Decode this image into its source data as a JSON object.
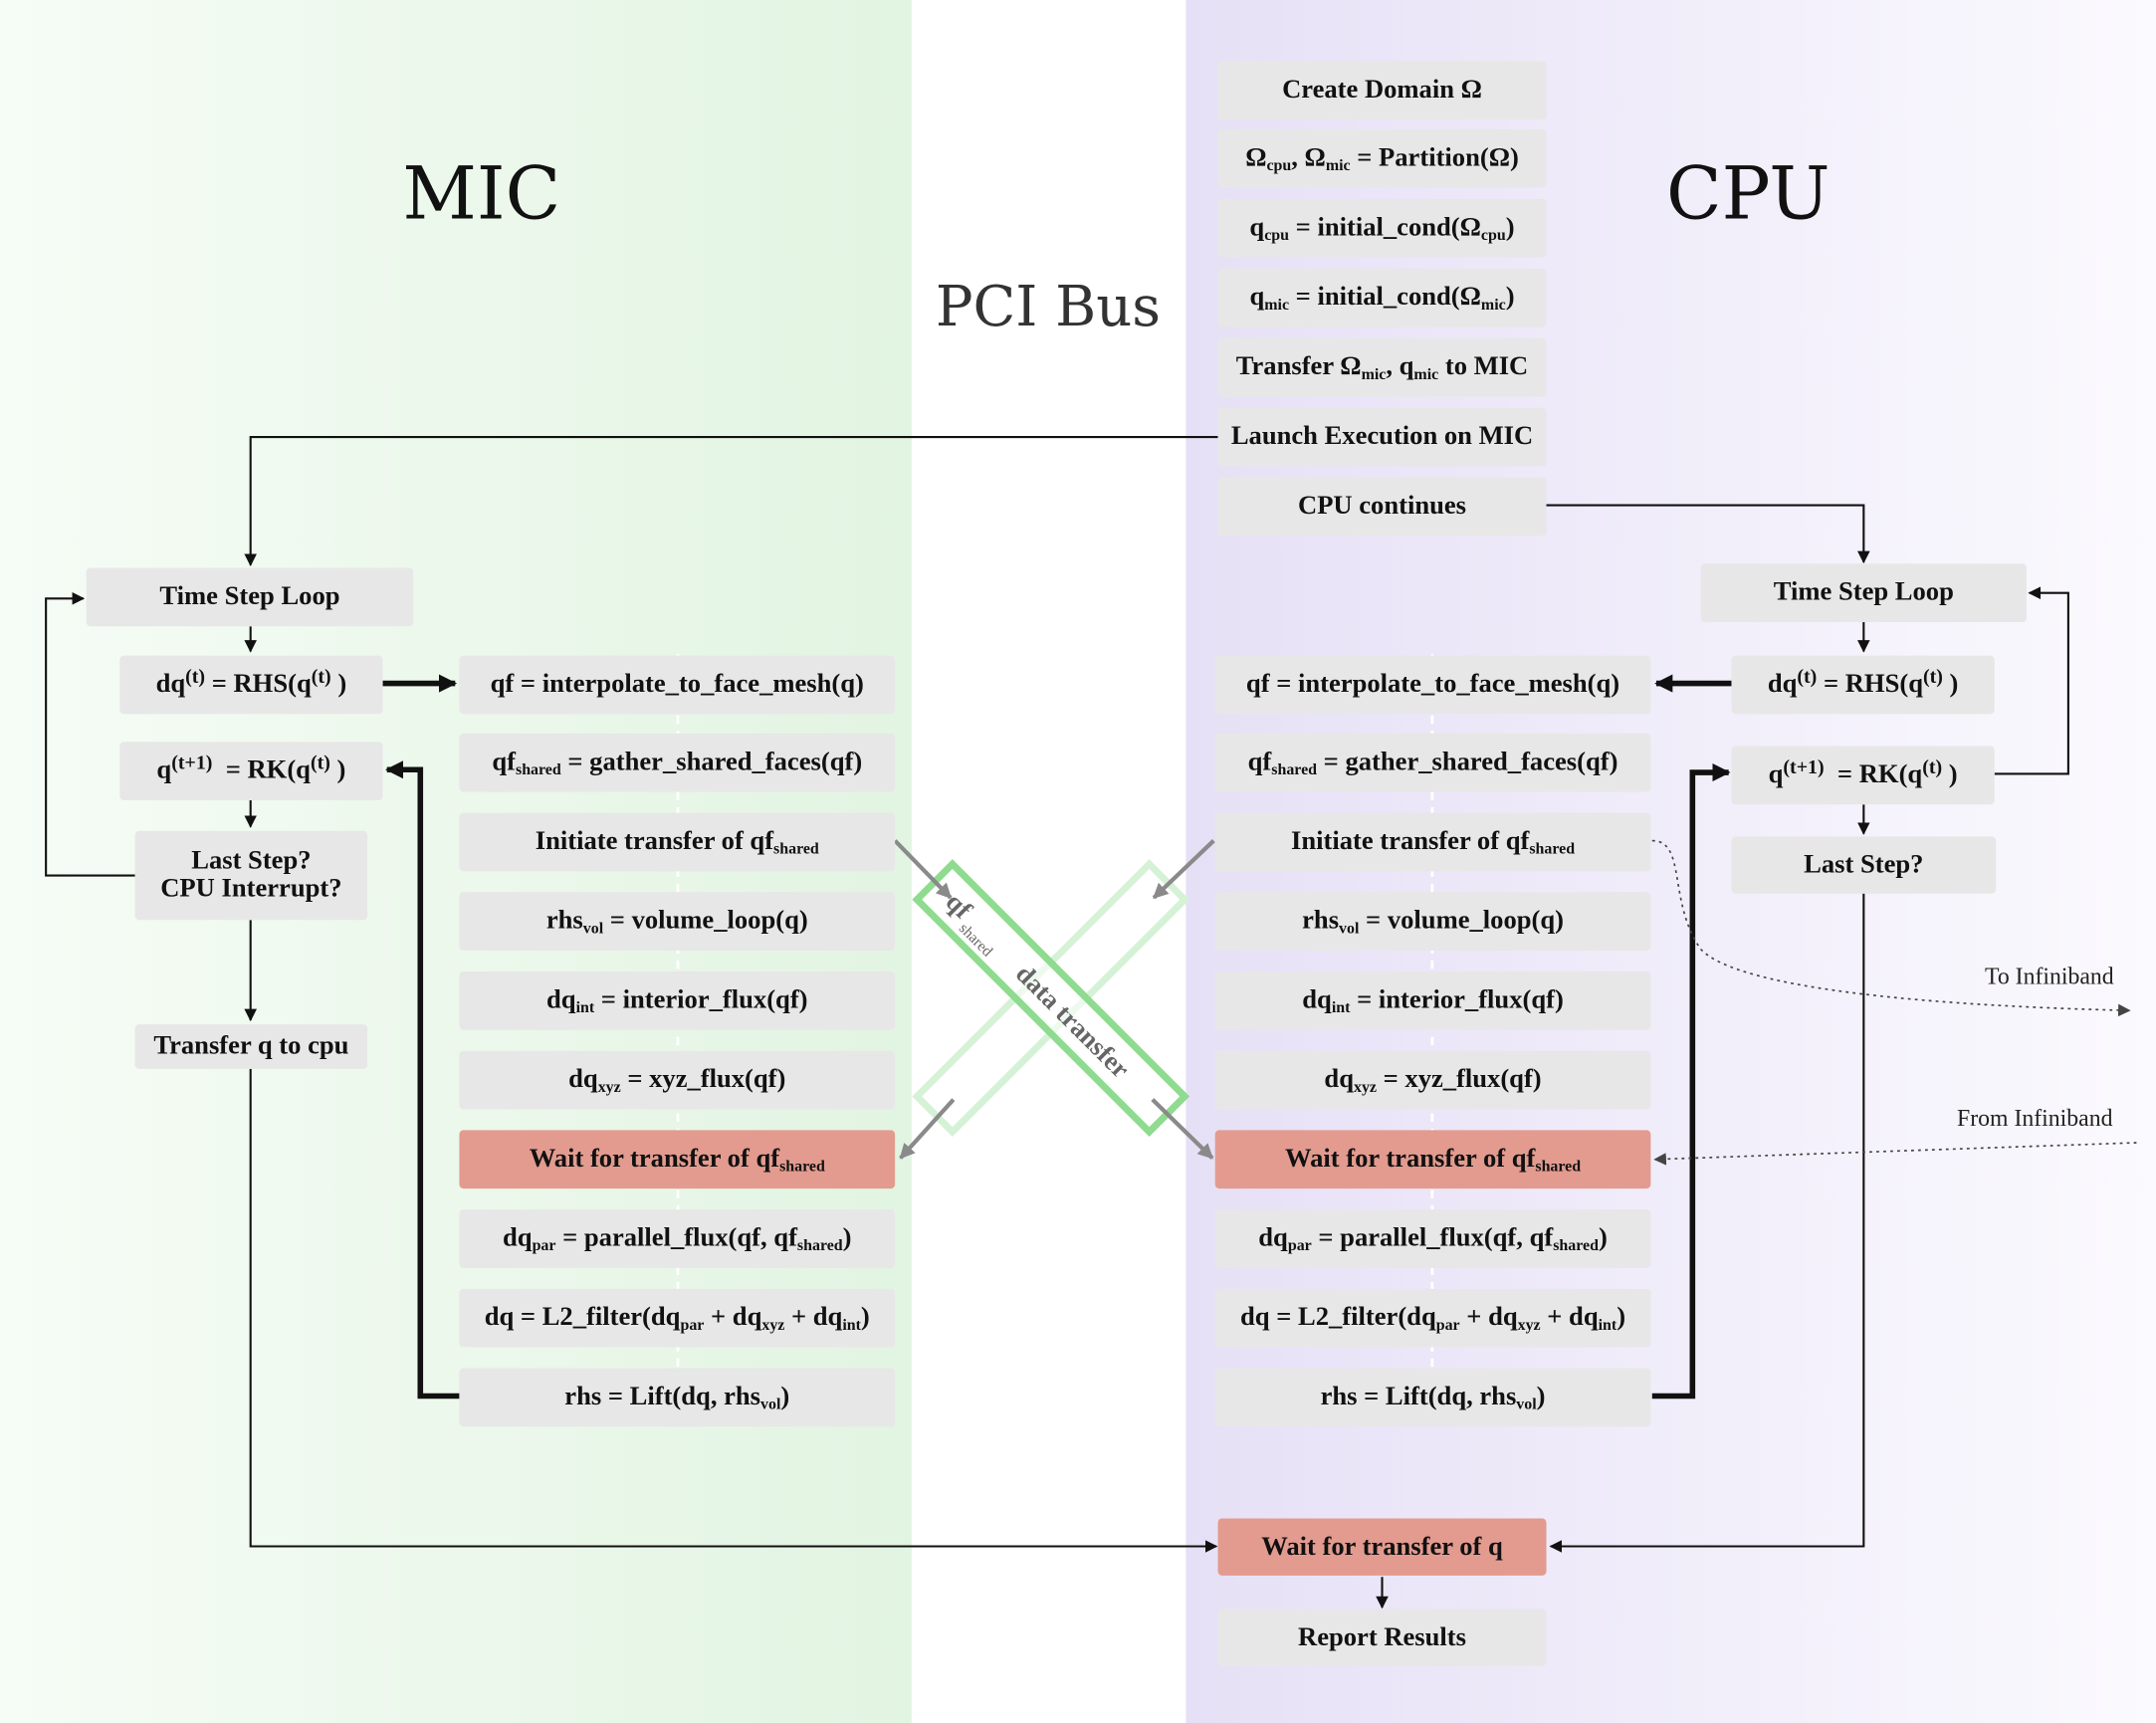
{
  "regions": {
    "mic_title": "MIC",
    "cpu_title": "CPU",
    "bus_title": "PCI Bus"
  },
  "cpu_setup": {
    "create_domain": "Create Domain Ω",
    "omega": "Ω",
    "cpu": "cpu",
    "mic": "mic",
    "partition_call": " = Partition(Ω)",
    "q": "q",
    "initial_cond": " = initial_cond(Ω",
    "close_paren": ")",
    "transfer_prefix": "Transfer Ω",
    "transfer_to": " to MIC",
    "launch": "Launch Execution on MIC",
    "continues": "CPU continues"
  },
  "loop": {
    "time_step_loop": "Time Step Loop",
    "dq": "dq",
    "q": "q",
    "t": "(t)",
    "t1": "(t+1)",
    "rhs_mid": " = RHS(q",
    "rk_mid": " = RK(q",
    "paren": " )",
    "last_step": "Last Step?",
    "cpu_interrupt": "CPU Interrupt?",
    "transfer_q": "Transfer q to cpu"
  },
  "kernel": {
    "interpolate": "qf = interpolate_to_face_mesh(q)",
    "qf": "qf",
    "shared": "shared",
    "gather_mid": " = gather_shared_faces(qf)",
    "initiate": "Initiate transfer of qf",
    "rhs": "rhs",
    "vol": "vol",
    "volume_mid": " = volume_loop(q)",
    "dq": "dq",
    "int": "int",
    "xyz": "xyz",
    "par": "par",
    "interior_mid": " = interior_flux(qf)",
    "xyz_mid": " = xyz_flux(qf)",
    "wait_prefix": "Wait for transfer of qf",
    "parallel_mid": " = parallel_flux(qf, qf",
    "close_paren": ")",
    "l2_prefix": "dq = L2_filter(dq",
    "plus": " + dq",
    "lift_prefix": "rhs = Lift(dq, rhs"
  },
  "pci": {
    "data_transfer": "data transfer",
    "qf": "qf",
    "shared": "shared"
  },
  "infiniband": {
    "to": "To Infiniband",
    "from": "From Infiniband"
  },
  "final": {
    "wait_q": "Wait for transfer of q",
    "report": "Report Results"
  },
  "colors": {
    "mic_bg": "#e2f4e2",
    "cpu_bg": "#e6e0f6",
    "box": "#e7e7e7",
    "wait_box": "#e39b8f",
    "pci_stripe": "#8fdb8f"
  }
}
